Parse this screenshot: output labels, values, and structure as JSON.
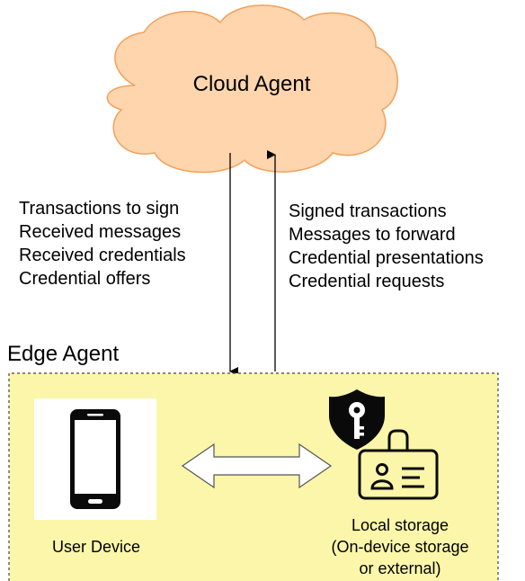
{
  "cloud": {
    "label": "Cloud Agent"
  },
  "down_flow": {
    "items": [
      "Transactions to sign",
      "Received messages",
      "Received credentials",
      "Credential offers"
    ]
  },
  "up_flow": {
    "items": [
      "Signed transactions",
      "Messages to forward",
      "Credential presentations",
      "Credential requests"
    ]
  },
  "edge": {
    "label": "Edge Agent",
    "background_color": "#fbf6a9"
  },
  "device": {
    "caption": "User Device",
    "icon": "smartphone-icon"
  },
  "storage": {
    "caption_lines": [
      "Local storage",
      "(On-device storage",
      "or external)"
    ],
    "icons": [
      "shield-key-icon",
      "id-badge-icon"
    ]
  },
  "colors": {
    "cloud_fill": "#ffd5ad",
    "cloud_stroke": "#f2a05a"
  }
}
